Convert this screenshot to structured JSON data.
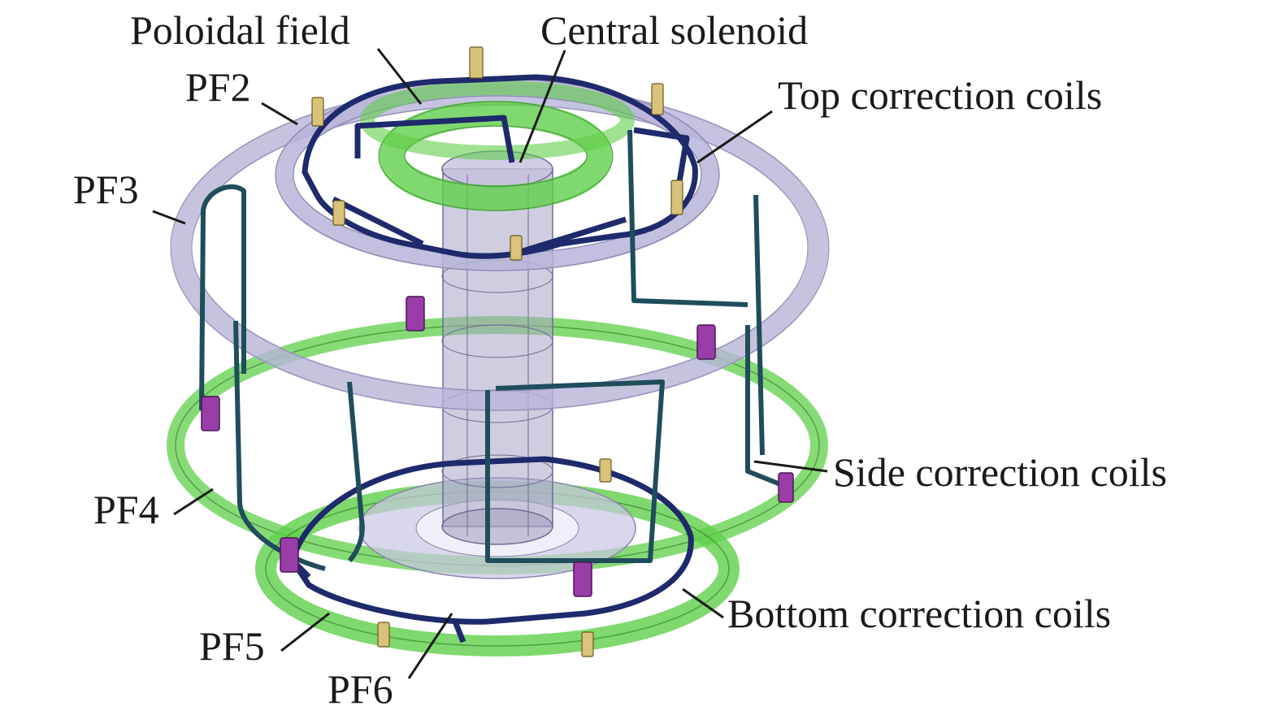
{
  "colors": {
    "pf_green": "#5fcf4a",
    "pf_lavender": "#b8b4d8",
    "correction_coil_navy": "#1e2a6b",
    "side_coil_teal": "#1f4d5c",
    "solenoid_gray": "#a7a4c4",
    "label_text": "#1a1a1a"
  },
  "labels": {
    "poloidal_field": "Poloidal field",
    "central_solenoid": "Central solenoid",
    "pf2": "PF2",
    "top_correction_coils": "Top correction coils",
    "pf3": "PF3",
    "side_correction_coils": "Side correction coils",
    "pf4": "PF4",
    "bottom_correction_coils": "Bottom correction coils",
    "pf5": "PF5",
    "pf6": "PF6"
  }
}
